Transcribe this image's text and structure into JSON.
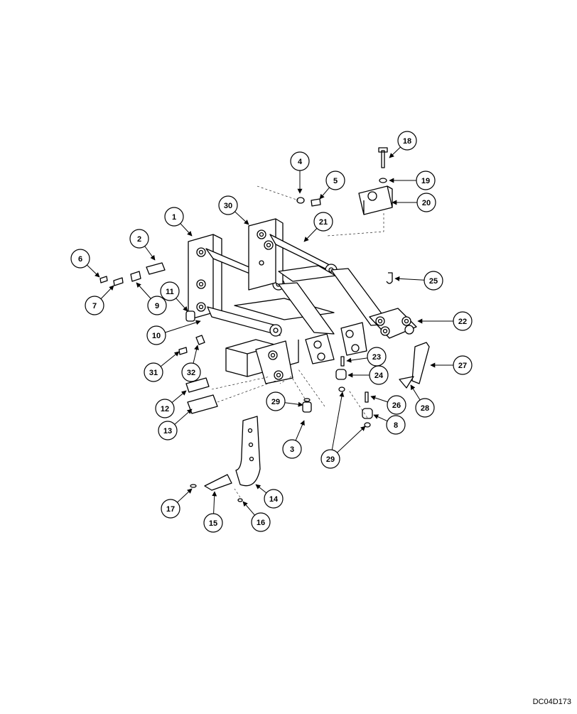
{
  "drawing_code": "DC04D173",
  "callouts": [
    {
      "label": "1"
    },
    {
      "label": "2"
    },
    {
      "label": "3"
    },
    {
      "label": "4"
    },
    {
      "label": "5"
    },
    {
      "label": "6"
    },
    {
      "label": "7"
    },
    {
      "label": "8"
    },
    {
      "label": "9"
    },
    {
      "label": "10"
    },
    {
      "label": "11"
    },
    {
      "label": "12"
    },
    {
      "label": "13"
    },
    {
      "label": "14"
    },
    {
      "label": "15"
    },
    {
      "label": "16"
    },
    {
      "label": "17"
    },
    {
      "label": "18"
    },
    {
      "label": "19"
    },
    {
      "label": "20"
    },
    {
      "label": "21"
    },
    {
      "label": "22"
    },
    {
      "label": "23"
    },
    {
      "label": "24"
    },
    {
      "label": "25"
    },
    {
      "label": "26"
    },
    {
      "label": "27"
    },
    {
      "label": "28"
    },
    {
      "label": "29"
    },
    {
      "label": "29"
    },
    {
      "label": "29"
    },
    {
      "label": "30"
    },
    {
      "label": "31"
    },
    {
      "label": "32"
    }
  ]
}
